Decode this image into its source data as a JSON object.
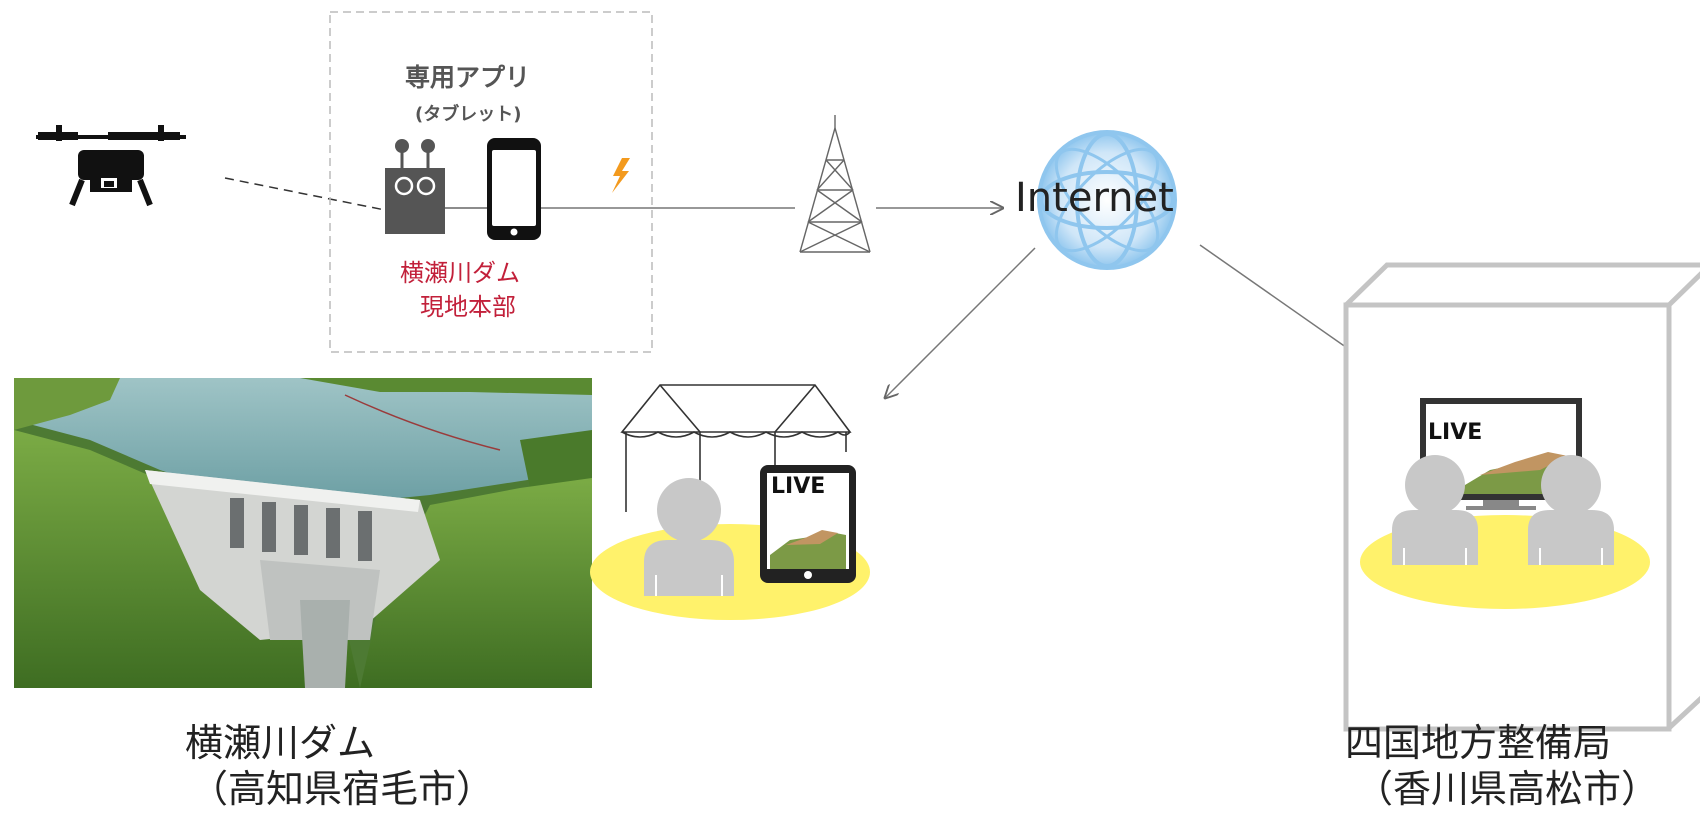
{
  "app": {
    "title": "専用アプリ",
    "subtitle": "(タブレット)"
  },
  "hq": {
    "line1": "横瀬川ダム",
    "line2": "現地本部"
  },
  "internet": {
    "label": "Internet"
  },
  "dam": {
    "line1": "横瀬川ダム",
    "line2": "（高知県宿毛市）"
  },
  "shikoku": {
    "line1": "四国地方整備局",
    "line2": "（香川県高松市）"
  },
  "live": {
    "tablet": "LIVE",
    "tv": "LIVE"
  },
  "colors": {
    "accent_red": "#c2203a",
    "spot_yellow": "#fff26b",
    "globe_blue": "#8fc6ee",
    "lightning": "#f39a1e"
  }
}
